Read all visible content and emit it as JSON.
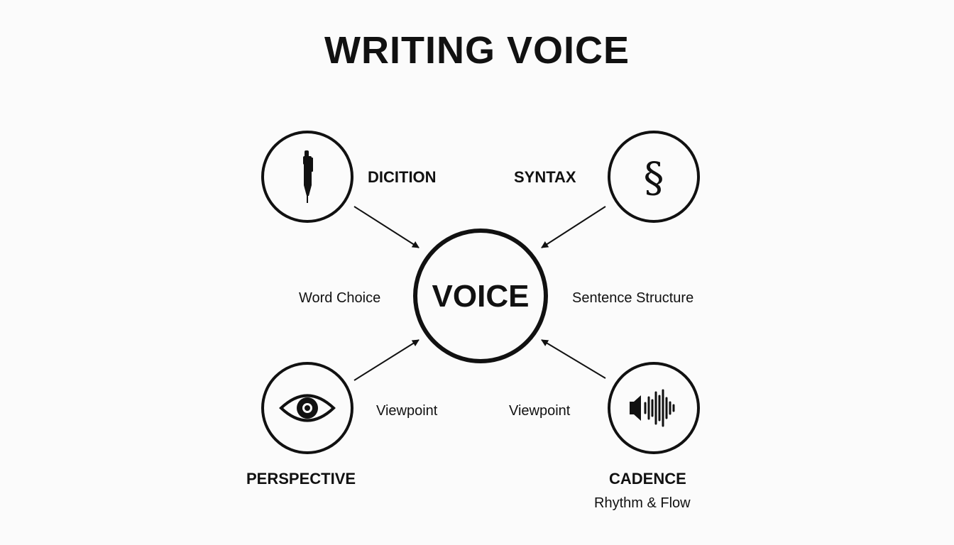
{
  "title": "WRITING VOICE",
  "center": {
    "label": "VOICE"
  },
  "nodes": [
    {
      "id": "diction",
      "title": "DICITION",
      "description": "Word Choice",
      "icon": "pen-icon"
    },
    {
      "id": "syntax",
      "title": "SYNTAX",
      "description": "Sentence Structure",
      "icon": "section-sign-icon",
      "glyph": "§"
    },
    {
      "id": "perspective",
      "title": "PERSPECTIVE",
      "description": "Viewpoint",
      "icon": "eye-icon"
    },
    {
      "id": "cadence",
      "title": "CADENCE",
      "description": "Viewpoint",
      "subtitle": "Rhythm & Flow",
      "icon": "sound-wave-icon"
    }
  ],
  "colors": {
    "background": "#fbfbfb",
    "ink": "#111111"
  }
}
